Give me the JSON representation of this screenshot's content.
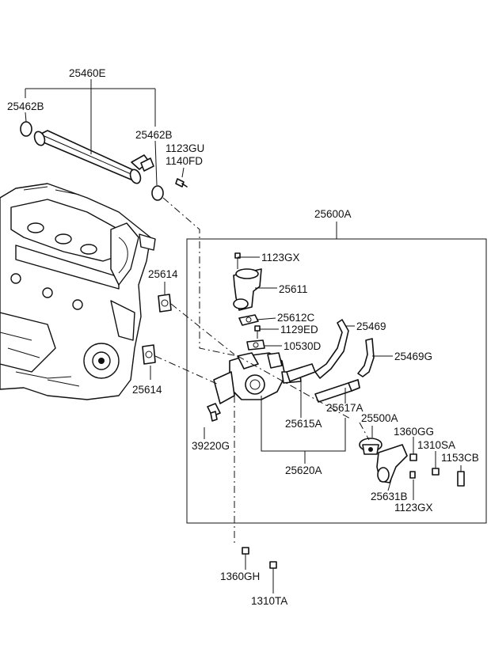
{
  "callouts": {
    "p25460E": "25460E",
    "p25462B_left": "25462B",
    "p25462B_right": "25462B",
    "p1123GU": "1123GU",
    "p1140FD": "1140FD",
    "p25600A": "25600A",
    "p1123GX_top": "1123GX",
    "p25611": "25611",
    "p25614_top": "25614",
    "p25614_bottom": "25614",
    "p25612C": "25612C",
    "p1129ED": "1129ED",
    "p10530D": "10530D",
    "p25469": "25469",
    "p25469G": "25469G",
    "p25617A": "25617A",
    "p25615A": "25615A",
    "p25500A": "25500A",
    "p1360GG": "1360GG",
    "p1310SA": "1310SA",
    "p1153CB": "1153CB",
    "p39220G": "39220G",
    "p25620A": "25620A",
    "p25631B": "25631B",
    "p1123GX_bottom": "1123GX",
    "p1360GH": "1360GH",
    "p1310TA": "1310TA"
  },
  "colors": {
    "ink": "#111111",
    "background": "#ffffff"
  }
}
